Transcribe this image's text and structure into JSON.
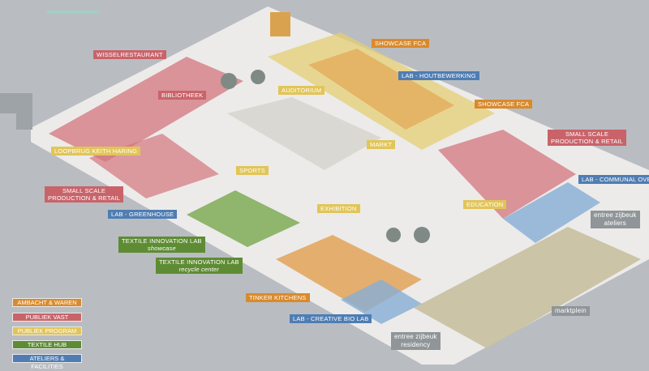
{
  "labels": {
    "wisselrestaurant": "WISSELRESTAURANT",
    "showcase_fca_1": "SHOWCASE FCA",
    "lab_houtbewerking": "LAB - HOUTBEWERKING",
    "bibliotheek": "BIBLIOTHEEK",
    "auditorium": "AUDITORIUM",
    "showcase_fca_2": "SHOWCASE FCA",
    "small_scale_1_l1": "SMALL SCALE",
    "small_scale_1_l2": "PRODUCTION & RETAIL",
    "loopbrug": "LOOPBRUG KEITH HARING",
    "markt": "MARKT",
    "sports": "SPORTS",
    "small_scale_2_l1": "SMALL SCALE",
    "small_scale_2_l2": "PRODUCTION & RETAIL",
    "lab_communal_oven": "LAB - COMMUNAL OVEN",
    "lab_greenhouse": "LAB - GREENHOUSE",
    "exhibition": "EXHIBITION",
    "education": "EDUCATION",
    "entree_ateliers_l1": "entree zijbeuk",
    "entree_ateliers_l2": "ateliers",
    "textile_showcase_l1": "TEXTILE INNOVATION LAB",
    "textile_showcase_l2": "showcase",
    "textile_recycle_l1": "TEXTILE INNOVATION LAB",
    "textile_recycle_l2": "recycle center",
    "tinker_kitchens": "TINKER KITCHENS",
    "marktplein": "marktplein",
    "lab_creative_bio": "LAB - CREATIVE BIO LAB",
    "entree_residency_l1": "entree zijbeuk",
    "entree_residency_l2": "residency"
  },
  "legend": [
    {
      "label": "AMBACHT & WAREN",
      "color": "#d98a2c"
    },
    {
      "label": "PUBLIEK VAST",
      "color": "#c9636a"
    },
    {
      "label": "PUBLIEK PROGRAM",
      "color": "#e2c558"
    },
    {
      "label": "TEXTILE HUB",
      "color": "#5e8c34"
    },
    {
      "label": "ATELIERS & FACILITIES",
      "color": "#4f7db3"
    }
  ]
}
